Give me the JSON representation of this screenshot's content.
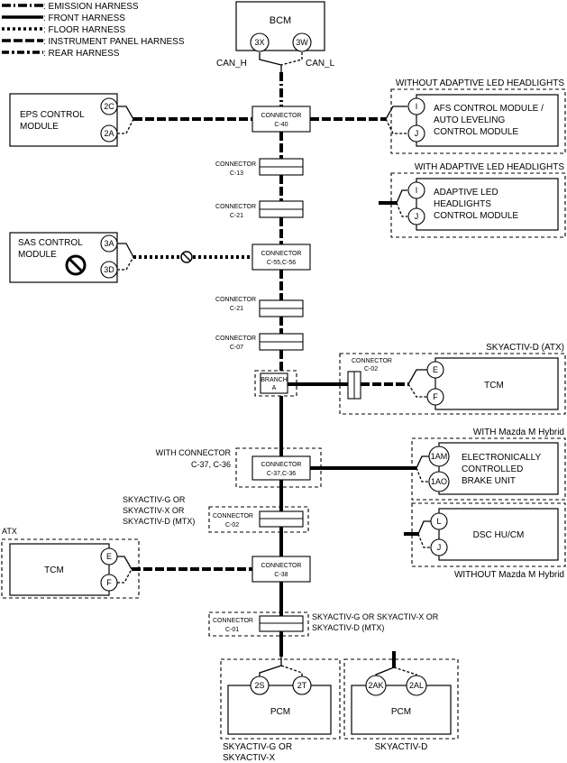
{
  "legend": [
    {
      "label": ": EMISSION HARNESS",
      "style": "emission"
    },
    {
      "label": ": FRONT HARNESS",
      "style": "front"
    },
    {
      "label": ": FLOOR HARNESS",
      "style": "floor"
    },
    {
      "label": ": INSTRUMENT PANEL HARNESS",
      "style": "instrument"
    },
    {
      "label": ": REAR HARNESS",
      "style": "rear"
    }
  ],
  "bcm": {
    "name": "BCM",
    "pin_a": "3X",
    "pin_b": "3W",
    "can_h": "CAN_H",
    "can_l": "CAN_L"
  },
  "eps": {
    "name_line1": "EPS CONTROL",
    "name_line2": "MODULE",
    "pin_a": "2C",
    "pin_b": "2A"
  },
  "sas": {
    "name_line1": "SAS CONTROL",
    "name_line2": "MODULE",
    "pin_a": "3A",
    "pin_b": "3D"
  },
  "afs": {
    "condition": "WITHOUT ADAPTIVE LED HEADLIGHTS",
    "line1": "AFS CONTROL MODULE /",
    "line2": "AUTO LEVELING",
    "line3": "CONTROL MODULE",
    "pin_a": "I",
    "pin_b": "J"
  },
  "aled": {
    "condition": "WITH ADAPTIVE LED HEADLIGHTS",
    "line1": "ADAPTIVE LED",
    "line2": "HEADLIGHTS",
    "line3": "CONTROL MODULE",
    "pin_a": "I",
    "pin_b": "J"
  },
  "connectors": {
    "word": "CONNECTOR",
    "c40": "C-40",
    "c13": "C-13",
    "c21a": "C-21",
    "c55": "C-55,C-56",
    "c21b": "C-21",
    "c07": "C-07",
    "c02a": "C-02",
    "c3736": "C-37,C-36",
    "c02b": "C-02",
    "c38": "C-38",
    "c01": "C-01"
  },
  "branch": {
    "line1": "BRANCH",
    "line2": "A"
  },
  "tcm_atx": {
    "condition": "SKYACTIV-D (ATX)",
    "name": "TCM",
    "pin_a": "E",
    "pin_b": "F"
  },
  "with_conn_note": {
    "line1": "WITH CONNECTOR",
    "line2": "C-37, C-36"
  },
  "ecbu": {
    "condition": "WITH Mazda M Hybrid",
    "line1": "ELECTRONICALLY",
    "line2": "CONTROLLED",
    "line3": "BRAKE UNIT",
    "pin_a": "1AM",
    "pin_b": "1AO"
  },
  "dsc": {
    "condition": "WITHOUT Mazda M Hybrid",
    "name": "DSC HU/CM",
    "pin_a": "L",
    "pin_b": "J"
  },
  "skyactiv_note1": {
    "line1": "SKYACTIV-G OR",
    "line2": "SKYACTIV-X OR",
    "line3": "SKYACTIV-D (MTX)"
  },
  "tcm_left": {
    "condition": "ATX",
    "name": "TCM",
    "pin_a": "E",
    "pin_b": "F"
  },
  "skyactiv_note2": {
    "line1": "SKYACTIV-G OR SKYACTIV-X OR",
    "line2": "SKYACTIV-D (MTX)"
  },
  "pcm1": {
    "name": "PCM",
    "pin_a": "2S",
    "pin_b": "2T",
    "cond_line1": "SKYACTIV-G OR",
    "cond_line2": "SKYACTIV-X"
  },
  "pcm2": {
    "name": "PCM",
    "pin_a": "2AK",
    "pin_b": "2AL",
    "cond": "SKYACTIV-D"
  }
}
